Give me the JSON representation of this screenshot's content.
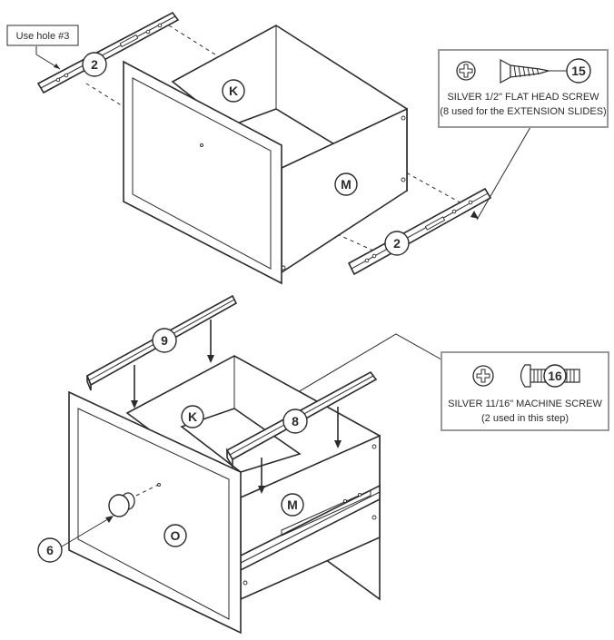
{
  "note_label": "Use hole #3",
  "screw_box_1": {
    "callout": "15",
    "title": "SILVER 1/2\" FLAT HEAD SCREW",
    "subtitle": "(8 used for the EXTENSION SLIDES)",
    "head_icon": "phillips-head-icon",
    "screw_icon": "flat-head-wood-screw-icon"
  },
  "screw_box_2": {
    "callout": "16",
    "title": "SILVER 11/16\" MACHINE SCREW",
    "subtitle": "(2 used in this step)",
    "head_icon": "phillips-head-icon",
    "screw_icon": "machine-screw-icon"
  },
  "top_assembly": {
    "left_slide_callout": "2",
    "right_slide_callout": "2",
    "back_panel_label": "K",
    "side_panel_label": "M"
  },
  "bottom_assembly": {
    "rear_rail_callout": "9",
    "front_rail_callout": "8",
    "knob_callout": "6",
    "back_panel_label": "K",
    "side_panel_label": "M",
    "front_panel_label": "O"
  }
}
